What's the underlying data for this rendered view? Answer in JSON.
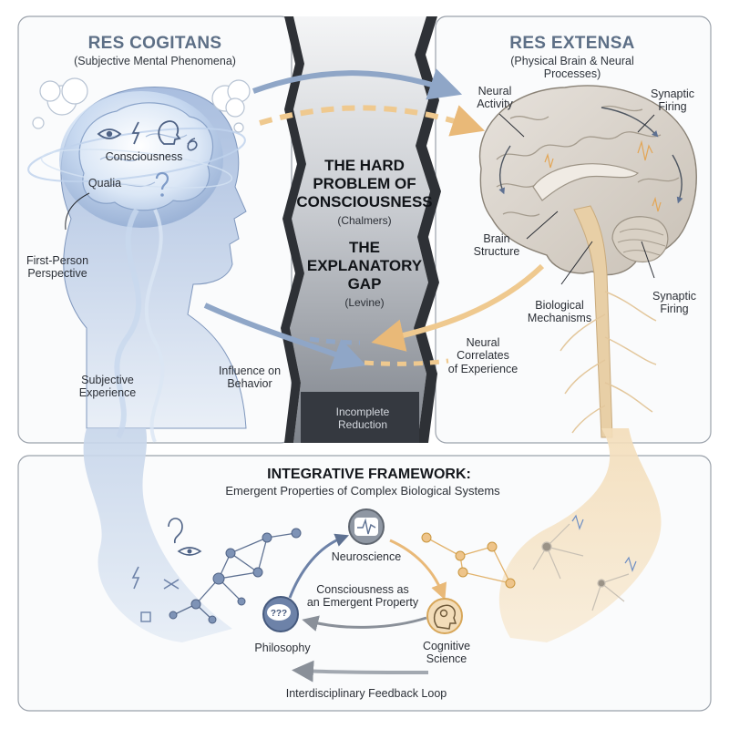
{
  "left_panel": {
    "title": "RES COGITANS",
    "subtitle": "(Subjective Mental Phenomena)",
    "labels": {
      "consciousness": "Consciousness",
      "qualia": "Qualia",
      "first_person_1": "First-Person",
      "first_person_2": "Perspective",
      "subjective_1": "Subjective",
      "subjective_2": "Experience"
    }
  },
  "right_panel": {
    "title": "RES EXTENSA",
    "subtitle": "(Physical Brain & Neural Processes)",
    "labels": {
      "neural_activity_1": "Neural",
      "neural_activity_2": "Activity",
      "synaptic_top_1": "Synaptic",
      "synaptic_top_2": "Firing",
      "brain_structure_1": "Brain",
      "brain_structure_2": "Structure",
      "synaptic_mid_1": "Synaptic",
      "synaptic_mid_2": "Firing",
      "bio_mech_1": "Biological",
      "bio_mech_2": "Mechanisms",
      "neural_corr_1": "Neural",
      "neural_corr_2": "Correlates",
      "neural_corr_3": "of Experience"
    }
  },
  "gap": {
    "hard_1": "THE HARD",
    "hard_2": "PROBLEM OF",
    "hard_3": "CONSCIOUSNESS",
    "hard_author": "(Chalmers)",
    "expl_1": "THE",
    "expl_2": "EXPLANATORY",
    "expl_3": "GAP",
    "expl_author": "(Levine)",
    "reduction_1": "Incomplete",
    "reduction_2": "Reduction",
    "influence_1": "Influence on",
    "influence_2": "Behavior"
  },
  "framework": {
    "title": "INTEGRATIVE FRAMEWORK:",
    "subtitle": "Emergent Properties of Complex Biological Systems",
    "neuroscience": "Neuroscience",
    "emergent_1": "Consciousness as",
    "emergent_2": "an Emergent Property",
    "philosophy": "Philosophy",
    "cognitive_1": "Cognitive",
    "cognitive_2": "Science",
    "philosophy_icon_text": "???",
    "loop": "Interdisciplinary Feedback Loop"
  },
  "colors": {
    "mind_blue": "#6f8fc4",
    "glow_blue": "#cfe0f5",
    "brain_tan": "#e3c79c",
    "arrow_tan": "#f0c98e",
    "arrow_blue": "#8fa6c7",
    "gap_dark": "#2e3136",
    "panel_border": "#9ba2ab"
  }
}
